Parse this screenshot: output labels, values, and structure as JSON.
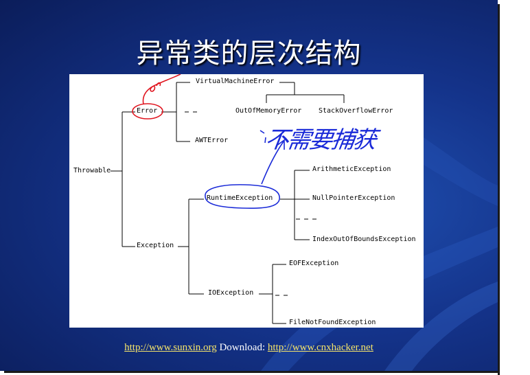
{
  "slide": {
    "title": "异常类的层次结构"
  },
  "diagram": {
    "nodes": {
      "throwable": "Throwable",
      "error": "Error",
      "exception": "Exception",
      "vm_error": "VirtualMachineError",
      "awt_error": "AWTError",
      "oom_error": "OutOfMemoryError",
      "so_error": "StackOverflowError",
      "runtime_exception": "RuntimeException",
      "io_exception": "IOException",
      "arithmetic_exception": "ArithmeticException",
      "null_pointer_exception": "NullPointerException",
      "index_oob_exception": "IndexOutOfBoundsException",
      "eof_exception": "EOFException",
      "fnf_exception": "FileNotFoundException"
    },
    "handwritten_note": "不需要捕获",
    "colors": {
      "annotation_red": "#e0141e",
      "annotation_blue": "#1a2ad8"
    }
  },
  "footer": {
    "link1": "http://www.sunxin.org",
    "middle": "Download:",
    "link2": "http://www.cnxhacker.net"
  },
  "colors": {
    "background_dark": "#0b1d5a",
    "background_light": "#1f4fb0",
    "footer_link": "#f5e46a"
  }
}
